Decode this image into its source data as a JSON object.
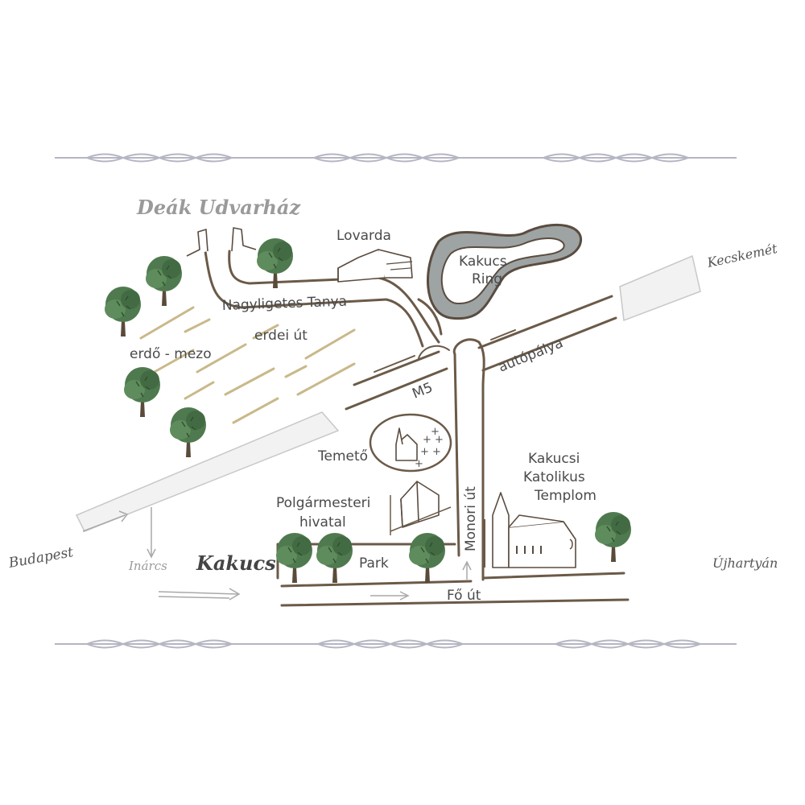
{
  "labels": {
    "deak_udvarhaz": "Deák Udvarház",
    "lovarda": "Lovarda",
    "kakucs_ring": [
      "Kakucs",
      "Ring"
    ],
    "kecskemet": "Kecskemét",
    "nagyligetes_tanya": "Nagyligetes Tanya",
    "erdei_ut": "erdei út",
    "erdo_mezo": "erdő - mezo",
    "autopalya": "autópálya",
    "m5": "M5",
    "temeto": "Temető",
    "polgarmesteri_hivatal": [
      "Polgármesteri",
      "hivatal"
    ],
    "monori_ut": "Monori út",
    "kakucsi_katolikus_templom": [
      "Kakucsi",
      "Katolikus",
      "Templom"
    ],
    "budapest": "Budapest",
    "inarcs": "Inárcs",
    "kakucs": "Kakucs",
    "park": "Park",
    "fo_ut": "Fő út",
    "ujhartyan": "Újhartyán"
  },
  "colors": {
    "road": "#6b5a48",
    "tree": "#4f7a4f",
    "ring": "#9ea3a3",
    "field": "#c9b98a",
    "divider": "#b5b5c3"
  },
  "icons": [
    "tree-icon",
    "church-icon",
    "barn-icon",
    "cemetery-icon",
    "town-hall-icon",
    "manor-gate-icon",
    "arrow-icon"
  ]
}
